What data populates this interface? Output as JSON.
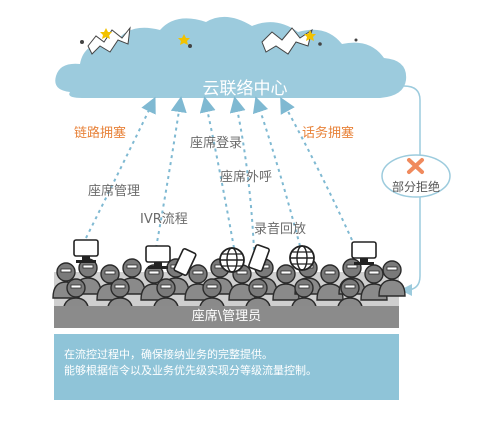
{
  "cloud": {
    "title": "云联络中心",
    "color": "#9ccbdd"
  },
  "labels": {
    "link_congestion": "链路拥塞",
    "agent_login": "座席登录",
    "call_congestion": "话务拥塞",
    "agent_management": "座席管理",
    "agent_outbound": "座席外呼",
    "ivr_flow": "IVR流程",
    "recording_playback": "录音回放"
  },
  "reject": {
    "label": "部分拒绝",
    "icon": "x-icon",
    "icon_color": "#f08a5d"
  },
  "manager_bar": {
    "label": "座席\\管理员"
  },
  "info": {
    "line1": "在流控过程中，确保接纳业务的完整提供。",
    "line2": "能够根据信令以及业务优先级实现分等级流量控制。"
  },
  "icons": [
    "computer-icon",
    "globe-icon",
    "tablet-icon",
    "crowd-of-people",
    "lightning-spark-icon",
    "star-icon"
  ],
  "colors": {
    "accent_orange": "#e8833a",
    "flow_line": "#7fb9d2",
    "bar_gray": "#8b8b8b",
    "info_blue": "#8fc4d8"
  }
}
